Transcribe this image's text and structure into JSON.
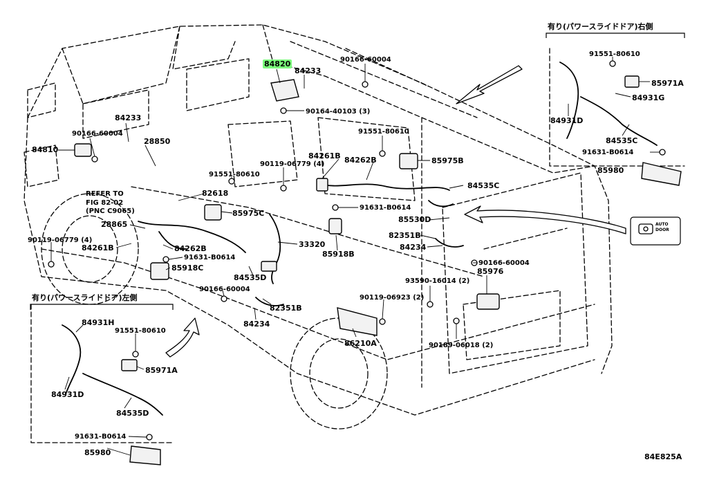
{
  "callouts": [
    {
      "id": "84820",
      "text": "84820",
      "highlight": true
    },
    {
      "id": "84233a",
      "text": "84233"
    },
    {
      "id": "90166a",
      "text": "90166-60004"
    },
    {
      "id": "90164",
      "text": "90164-40103 (3)"
    },
    {
      "id": "84233b",
      "text": "84233"
    },
    {
      "id": "90166b",
      "text": "90166-60004"
    },
    {
      "id": "84810",
      "text": "84810"
    },
    {
      "id": "28850",
      "text": "28850"
    },
    {
      "id": "91551a",
      "text": "91551-80610"
    },
    {
      "id": "90119a",
      "text": "90119-06779 (4)"
    },
    {
      "id": "84261a",
      "text": "84261B"
    },
    {
      "id": "84262a",
      "text": "84262B"
    },
    {
      "id": "85975a",
      "text": "85975B"
    },
    {
      "id": "84535a",
      "text": "84535C"
    },
    {
      "id": "91551b",
      "text": "91551-80610"
    },
    {
      "id": "82618",
      "text": "82618"
    },
    {
      "id": "91631a",
      "text": "91631-B0614"
    },
    {
      "id": "85975b",
      "text": "85975C"
    },
    {
      "id": "85530",
      "text": "85530D"
    },
    {
      "id": "28865",
      "text": "28865"
    },
    {
      "id": "82351a",
      "text": "82351B"
    },
    {
      "id": "90119b",
      "text": "90119-06779 (4)"
    },
    {
      "id": "84261b",
      "text": "84261B"
    },
    {
      "id": "84262b",
      "text": "84262B"
    },
    {
      "id": "33320",
      "text": "33320"
    },
    {
      "id": "85918b",
      "text": "85918B"
    },
    {
      "id": "84234a",
      "text": "84234"
    },
    {
      "id": "91631b",
      "text": "91631-B0614"
    },
    {
      "id": "85918c",
      "text": "85918C"
    },
    {
      "id": "90166c",
      "text": "90166-60004"
    },
    {
      "id": "84535d",
      "text": "84535D"
    },
    {
      "id": "85976",
      "text": "85976"
    },
    {
      "id": "93590",
      "text": "93590-16014 (2)"
    },
    {
      "id": "90166d",
      "text": "90166-60004"
    },
    {
      "id": "90119c",
      "text": "90119-06923 (2)"
    },
    {
      "id": "82351b",
      "text": "82351B"
    },
    {
      "id": "84234b",
      "text": "84234"
    },
    {
      "id": "86210",
      "text": "86210A"
    },
    {
      "id": "90189",
      "text": "90189-06018 (2)"
    },
    {
      "id": "r91551",
      "text": "91551-80610"
    },
    {
      "id": "r85971",
      "text": "85971A"
    },
    {
      "id": "r84931g",
      "text": "84931G"
    },
    {
      "id": "r84931d",
      "text": "84931D"
    },
    {
      "id": "r84535c",
      "text": "84535C"
    },
    {
      "id": "r91631",
      "text": "91631-B0614"
    },
    {
      "id": "r85980",
      "text": "85980"
    },
    {
      "id": "l84931h",
      "text": "84931H"
    },
    {
      "id": "l91551",
      "text": "91551-80610"
    },
    {
      "id": "l85971",
      "text": "85971A"
    },
    {
      "id": "l84931d",
      "text": "84931D"
    },
    {
      "id": "l84535d",
      "text": "84535D"
    },
    {
      "id": "l91631",
      "text": "91631-B0614"
    },
    {
      "id": "l85980",
      "text": "85980"
    }
  ],
  "refer": {
    "line1": "REFER TO",
    "line2": "FIG 82-02",
    "line3": "(PNC C9065)"
  },
  "right_bracket": "有り(パワースライドドア)右側",
  "left_bracket": "有り(パワースライドドア)左側",
  "diagram_code": "84E825A",
  "icon": {
    "name": "seat-switch-icon",
    "line1": "AUTO",
    "line2": "DOOR"
  },
  "colors": {
    "highlight": "#7CFC7C",
    "ink": "#000000"
  }
}
